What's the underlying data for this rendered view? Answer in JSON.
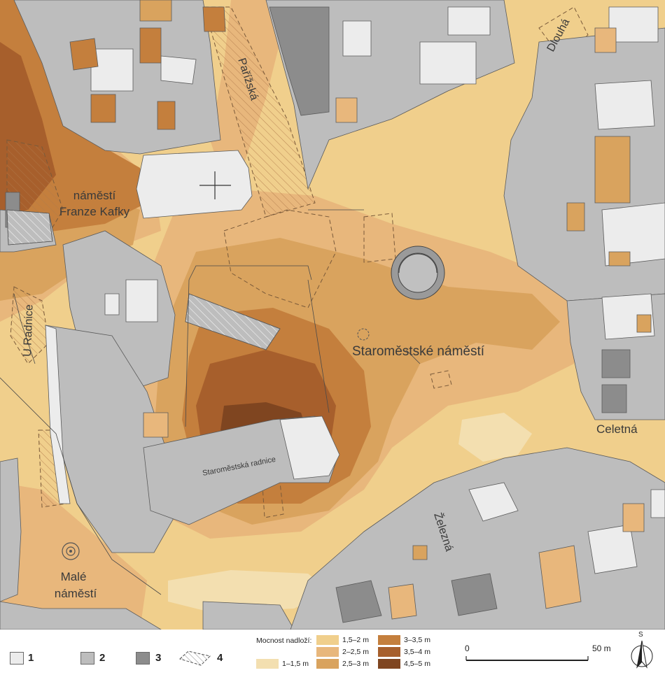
{
  "map": {
    "street_labels": {
      "parizska": "Pařížská",
      "dlouha": "Dlouhá",
      "u_radnice": "U Radnice",
      "celetna": "Celetná",
      "zelezna": "Železná"
    },
    "place_labels": {
      "kafka_line1": "náměstí",
      "kafka_line2": "Franze Kafky",
      "staromestske": "Staroměstské náměstí",
      "male_line1": "Malé",
      "male_line2": "náměstí"
    },
    "building_labels": {
      "radnice": "Staroměstská radnice"
    }
  },
  "legend": {
    "categories": [
      {
        "label": "1",
        "color": "#ececec"
      },
      {
        "label": "2",
        "color": "#bdbdbd"
      },
      {
        "label": "3",
        "color": "#8c8c8c"
      },
      {
        "label": "4",
        "pattern": "hatch-outline"
      }
    ],
    "thickness_title": "Mocnost nadloží:",
    "thickness_classes": [
      {
        "label": "1–1,5 m",
        "color": "#f3dfb0"
      },
      {
        "label": "1,5–2 m",
        "color": "#f0cf8c"
      },
      {
        "label": "2–2,5 m",
        "color": "#e8b77c"
      },
      {
        "label": "2,5–3 m",
        "color": "#d9a35e"
      },
      {
        "label": "3–3,5 m",
        "color": "#c47f3d"
      },
      {
        "label": "3,5–4 m",
        "color": "#a75f2c"
      },
      {
        "label": "4,5–5 m",
        "color": "#7f4520"
      }
    ],
    "scale": {
      "start": "0",
      "end": "50 m"
    },
    "north": {
      "letter": "S",
      "icon": "north-arrow-icon"
    }
  }
}
